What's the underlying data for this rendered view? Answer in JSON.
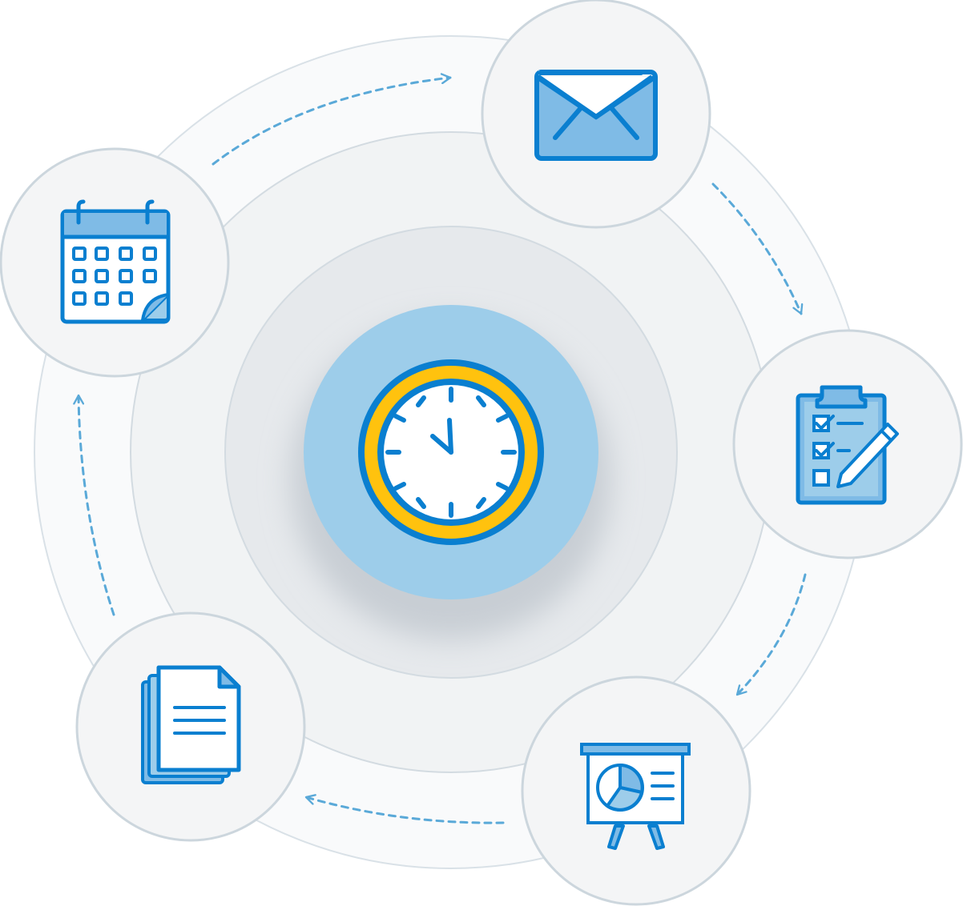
{
  "diagram": {
    "center": {
      "icon": "clock-icon"
    },
    "nodes": [
      {
        "id": "email",
        "icon": "envelope-icon"
      },
      {
        "id": "checklist",
        "icon": "clipboard-checklist-icon"
      },
      {
        "id": "presentation",
        "icon": "presentation-board-icon"
      },
      {
        "id": "documents",
        "icon": "documents-icon"
      },
      {
        "id": "calendar",
        "icon": "calendar-icon"
      }
    ],
    "flow": "clockwise"
  },
  "colors": {
    "icon_stroke": "#0a7fd0",
    "icon_fill": "#7fbbe6",
    "center_disc": "#9dcdea",
    "clock_rim": "#ffc20e",
    "ring_fill": "#f4f5f6",
    "ring_stroke": "#d5dde3",
    "arrow": "#5aa9d8"
  }
}
